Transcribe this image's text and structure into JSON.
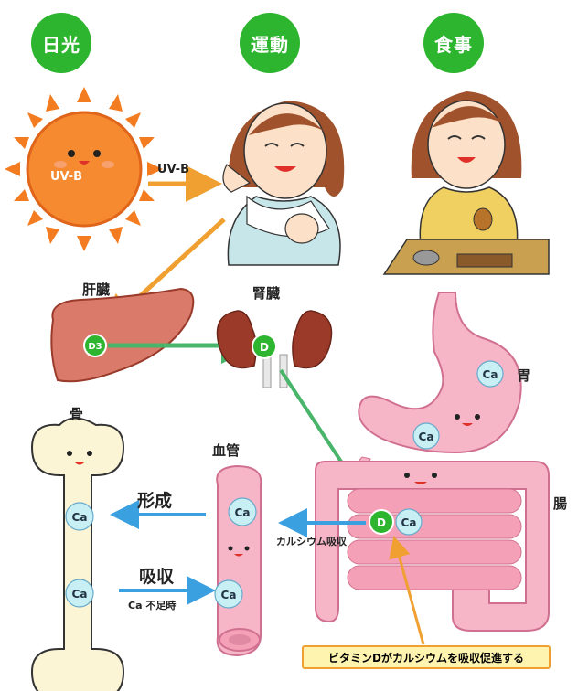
{
  "categories": {
    "sunlight": "日光",
    "exercise": "運動",
    "meal": "食事"
  },
  "sun_label": "UV-B",
  "arrow_uvb_label": "UV-B",
  "organs": {
    "liver": "肝臓",
    "kidney": "腎臓",
    "stomach": "胃",
    "intestine": "腸",
    "bone": "骨",
    "blood_vessel": "血管"
  },
  "badges": {
    "d3": "D3",
    "d": "D",
    "ca": "Ca"
  },
  "arrows": {
    "formation": "形成",
    "absorption": "吸収",
    "ca_shortage": "Ca 不足時",
    "calcium_absorption": "カルシウム吸収"
  },
  "note": "ビタミンDがカルシウムを吸収促進する",
  "colors": {
    "green": "#2db52f",
    "orange_arrow": "#f0a030",
    "blue_arrow": "#3aa0e0",
    "green_arrow": "#48b56a",
    "pink_organ": "#f7b6c8",
    "bone": "#fbf5d5",
    "ca_badge": "#c8f0f4"
  }
}
